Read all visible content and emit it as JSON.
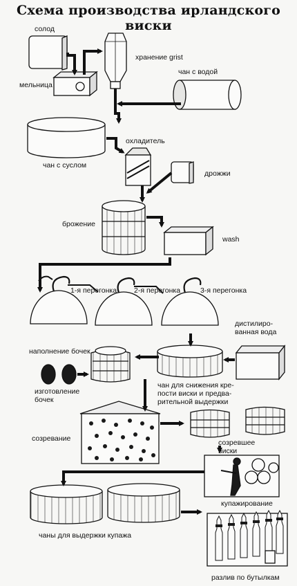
{
  "title": "Схема производства ирландского виски",
  "labels": {
    "malt": "солод",
    "grist_storage": "хранение grist",
    "mill": "мельница",
    "water_tank": "чан с водой",
    "mash_tun": "чан с суслом",
    "cooler": "охладитель",
    "yeast": "дрожжи",
    "fermentation": "брожение",
    "wash": "wash",
    "distill_1": "1-я перегонка",
    "distill_2": "2-я перегонка",
    "distill_3": "3-я перегонка",
    "distilled_water": "дистилиро-ванная вода",
    "cask_filling": "наполнение бочек",
    "cask_making": "изготовление бочек",
    "reduction_tank": "чан для снижения кре-пости виски и предва-рительной выдержки",
    "maturation": "созревание",
    "matured_whisky": "созревшее виски",
    "blending": "купажирование",
    "blend_tanks": "чаны для выдержки купажа",
    "bottling": "разлив по бутылкам"
  }
}
